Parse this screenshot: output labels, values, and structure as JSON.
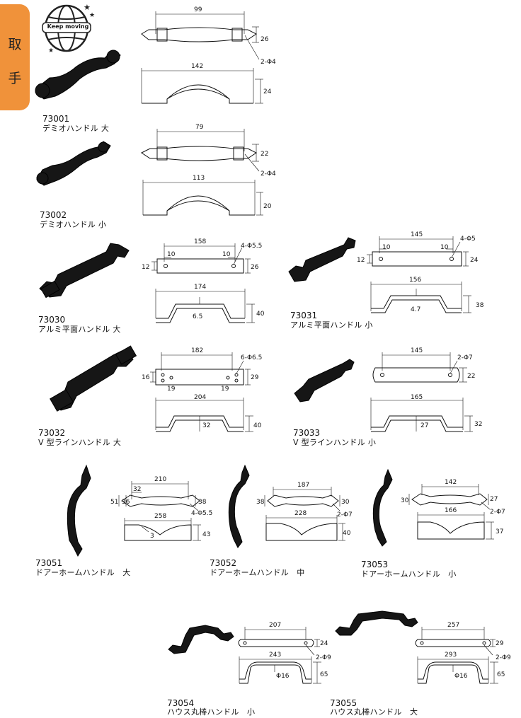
{
  "sidebar": {
    "chars": [
      "取",
      "手"
    ],
    "color": "#f0923a"
  },
  "logo": {
    "text": "Keep moving"
  },
  "items": [
    {
      "code": "73001",
      "name": "デミオハンドル 大",
      "dims": [
        "99",
        "26",
        "2-Φ4",
        "142",
        "24"
      ]
    },
    {
      "code": "73002",
      "name": "デミオハンドル 小",
      "dims": [
        "79",
        "22",
        "2-Φ4",
        "113",
        "20"
      ]
    },
    {
      "code": "73030",
      "name": "アルミ平面ハンドル 大",
      "dims": [
        "158",
        "10",
        "10",
        "4-Φ5.5",
        "12",
        "26",
        "174",
        "6.5",
        "40"
      ]
    },
    {
      "code": "73031",
      "name": "アルミ平面ハンドル 小",
      "dims": [
        "145",
        "10",
        "10",
        "4-Φ5",
        "12",
        "24",
        "156",
        "4.7",
        "38"
      ]
    },
    {
      "code": "73032",
      "name": "V 型ラインハンドル 大",
      "dims": [
        "182",
        "6-Φ6.5",
        "16",
        "29",
        "19",
        "19",
        "204",
        "32",
        "40"
      ]
    },
    {
      "code": "73033",
      "name": "V 型ラインハンドル 小",
      "dims": [
        "145",
        "2-Φ7",
        "22",
        "165",
        "27",
        "32"
      ]
    },
    {
      "code": "73051",
      "name": "ドアーホームハンドル　大",
      "dims": [
        "210",
        "32",
        "51",
        "36",
        "38",
        "4-Φ5.5",
        "258",
        "3",
        "43"
      ]
    },
    {
      "code": "73052",
      "name": "ドアーホームハンドル　中",
      "dims": [
        "187",
        "38",
        "30",
        "2-Φ7",
        "228",
        "40"
      ]
    },
    {
      "code": "73053",
      "name": "ドアーホームハンドル　小",
      "dims": [
        "142",
        "30",
        "27",
        "2-Φ7",
        "166",
        "37"
      ]
    },
    {
      "code": "73054",
      "name": "ハウス丸棒ハンドル　小",
      "dims": [
        "207",
        "24",
        "2-Φ9",
        "243",
        "Φ16",
        "65"
      ]
    },
    {
      "code": "73055",
      "name": "ハウス丸棒ハンドル　大",
      "dims": [
        "257",
        "29",
        "2-Φ9",
        "293",
        "Φ16",
        "65"
      ]
    }
  ]
}
